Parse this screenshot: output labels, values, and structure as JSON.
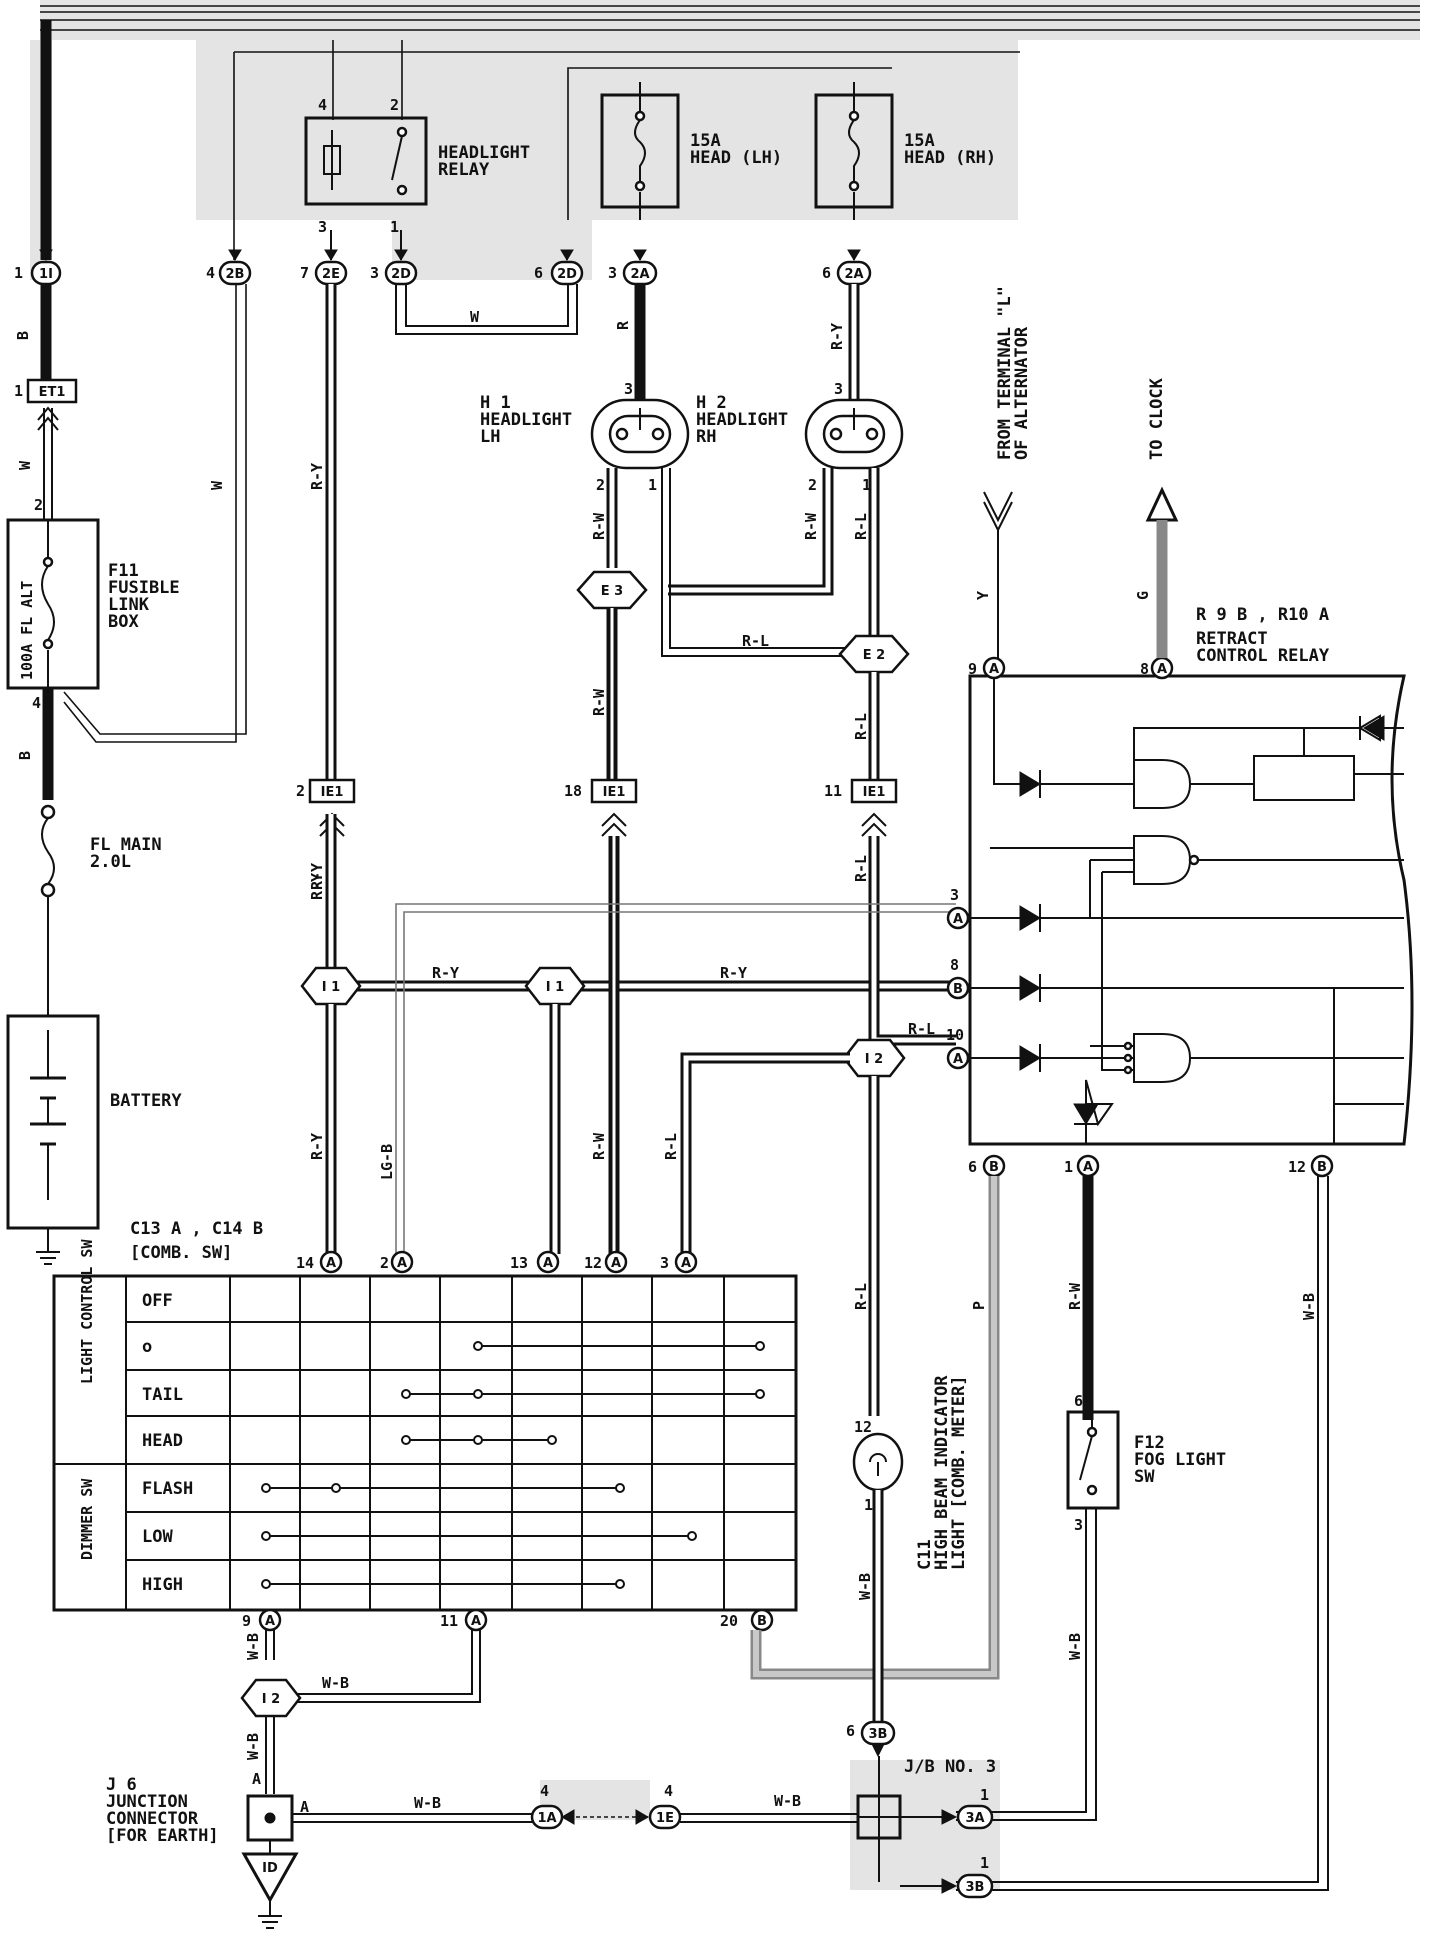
{
  "components": {
    "headlight_relay": "HEADLIGHT\nRELAY",
    "fuse_head_lh": {
      "amp": "15A",
      "name": "HEAD (LH)"
    },
    "fuse_head_rh": {
      "amp": "15A",
      "name": "HEAD (RH)"
    },
    "h1": {
      "code": "H 1",
      "name": "HEADLIGHT",
      "side": "LH"
    },
    "h2": {
      "code": "H 2",
      "name": "HEADLIGHT",
      "side": "RH"
    },
    "f11": {
      "code": "F11",
      "line1": "FUSIBLE",
      "line2": "LINK",
      "line3": "BOX",
      "rating": "100A FL ALT"
    },
    "fl_main": {
      "line1": "FL MAIN",
      "line2": "2.0L"
    },
    "battery": "BATTERY",
    "from_alternator": {
      "line1": "FROM TERMINAL \"L\"",
      "line2": "OF ALTERNATOR"
    },
    "to_clock": "TO CLOCK",
    "retract_relay": {
      "code": "R 9 B , R10 A",
      "line1": "RETRACT",
      "line2": "CONTROL RELAY"
    },
    "comb_sw": {
      "code": "C13 A , C14 B",
      "name": "[COMB. SW]"
    },
    "indicator": {
      "code": "C11",
      "line1": "HIGH BEAM INDICATOR",
      "line2": "LIGHT [COMB. METER]"
    },
    "f12": {
      "code": "F12",
      "line1": "FOG LIGHT",
      "line2": "SW"
    },
    "j6": {
      "code": "J 6",
      "line1": "JUNCTION",
      "line2": "CONNECTOR",
      "line3": "[FOR EARTH]"
    },
    "jb3": "J/B NO. 3",
    "earth": "ID"
  },
  "switch_table": {
    "group1": "LIGHT CONTROL SW",
    "group2": "DIMMER SW",
    "rows": [
      "OFF",
      "o",
      "TAIL",
      "HEAD",
      "FLASH",
      "LOW",
      "HIGH"
    ]
  },
  "connectors": {
    "c_1i": {
      "pin": "1",
      "id": "1I"
    },
    "c_2b": {
      "pin": "4",
      "id": "2B"
    },
    "c_2e": {
      "pin": "7",
      "id": "2E"
    },
    "c_2d_a": {
      "pin": "3",
      "id": "2D"
    },
    "c_2d_b": {
      "pin": "6",
      "id": "2D"
    },
    "c_2a_a": {
      "pin": "3",
      "id": "2A"
    },
    "c_2a_b": {
      "pin": "6",
      "id": "2A"
    },
    "c_et1": {
      "pin": "1",
      "id": "ET1"
    },
    "c_ie1_a": {
      "pin": "2",
      "id": "IE1"
    },
    "c_ie1_b": {
      "pin": "18",
      "id": "IE1"
    },
    "c_ie1_c": {
      "pin": "11",
      "id": "IE1"
    },
    "c_3b_top": {
      "pin": "6",
      "id": "3B"
    },
    "c_1a": {
      "pin": "4",
      "id": "1A"
    },
    "c_1e": {
      "pin": "4",
      "id": "1E"
    },
    "c_3a": {
      "pin": "1",
      "id": "3A"
    },
    "c_3b_bot": {
      "pin": "1",
      "id": "3B"
    }
  },
  "junctions": {
    "e3": "E 3",
    "e2": "E 2",
    "i1a": "I 1",
    "i1b": "I 1",
    "i2a": "I 2",
    "i2b": "I 2"
  },
  "wires": {
    "b1": "B",
    "b2": "B",
    "w1": "W",
    "w2": "W",
    "w_2d": "W",
    "r": "R",
    "r_y_top": "R-Y",
    "r_y_left": "R-Y",
    "r_y_mid": "R-Y",
    "r_y_h": "R-Y",
    "r_y_h2": "R-Y",
    "r_y_low": "R-Y",
    "r_y_low2": "R-Y",
    "r_w_h1": "R-W",
    "r_w_h2": "R-W",
    "r_l_h2": "R-L",
    "r_w_e3": "R-W",
    "r_l_e2": "R-L",
    "r_l_h": "R-L",
    "r_l_ie1": "R-L",
    "r_l_i2": "R-L",
    "r_w_low": "R-W",
    "r_l_low": "R-L",
    "lg_b": "LG-B",
    "y": "Y",
    "g": "G",
    "p": "P",
    "r_w_fog": "R-W",
    "w_b_right": "W-B",
    "w_b_ind": "W-B",
    "w_b_fog": "W-B",
    "w_b_i2": "W-B",
    "w_b_i2h": "W-B",
    "w_b_j6": "W-B",
    "w_b_1a": "W-B",
    "w_b_jb": "W-B"
  },
  "pins": {
    "relay_4": "4",
    "relay_2": "2",
    "relay_3": "3",
    "relay_1": "1",
    "h1_3": "3",
    "h1_2": "2",
    "h1_1": "1",
    "h2_3": "3",
    "h2_2": "2",
    "h2_1": "1",
    "f11_2": "2",
    "f11_4": "4",
    "rr_9": "9",
    "rr_8": "8",
    "rr_3": "3",
    "rr_8b": "8",
    "rr_10": "10",
    "rr_6": "6",
    "rr_1": "1",
    "rr_12": "12",
    "cs_14": "14",
    "cs_2": "2",
    "cs_13": "13",
    "cs_12": "12",
    "cs_3": "3",
    "cs_9": "9",
    "cs_11": "11",
    "cs_20": "20",
    "ind_12": "12",
    "ind_1": "1",
    "fog_6": "6",
    "fog_3": "3",
    "j6_a": "A",
    "j6_a2": "A"
  }
}
